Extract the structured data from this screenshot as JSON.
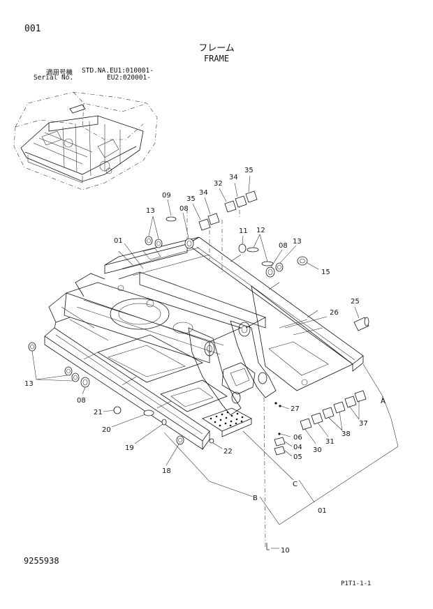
{
  "header": {
    "page_number": "001",
    "title_jp": "フレーム",
    "title_en": "FRAME"
  },
  "serial": {
    "label_jp": "適用号機",
    "label_en": "Serial No.",
    "std_prefix": "STD.NA.",
    "eu1": "EU1:010001-",
    "eu2": "EU2:020001-"
  },
  "footer": {
    "doc_number": "9255938",
    "page_code": "P1T1-1-1"
  },
  "callouts": {
    "c01a": "01",
    "c01b": "01",
    "c04": "04",
    "c05": "05",
    "c06": "06",
    "c08a": "08",
    "c08b": "08",
    "c08c": "08",
    "c09": "09",
    "c10": "10",
    "c11": "11",
    "c12": "12",
    "c13a": "13",
    "c13b": "13",
    "c13c": "13",
    "c15": "15",
    "c18": "18",
    "c19": "19",
    "c20": "20",
    "c21": "21",
    "c22": "22",
    "c25": "25",
    "c26": "26",
    "c27": "27",
    "c30": "30",
    "c31": "31",
    "c32": "32",
    "c34a": "34",
    "c34b": "34",
    "c35a": "35",
    "c35b": "35",
    "c37": "37",
    "c38": "38",
    "cA": "A",
    "cB": "B",
    "cC": "C"
  }
}
